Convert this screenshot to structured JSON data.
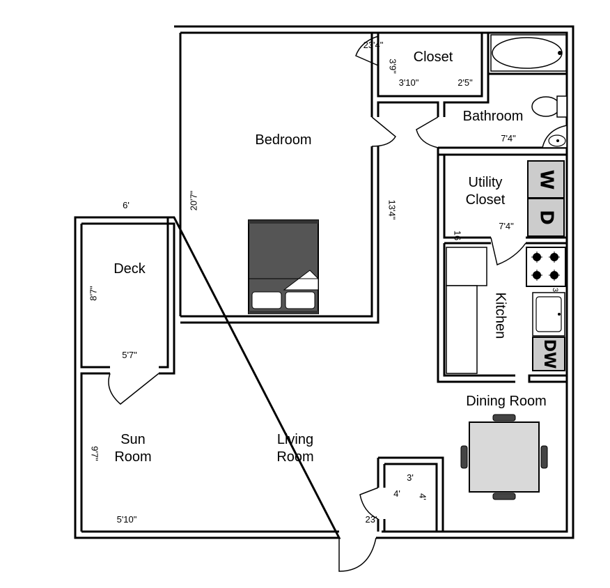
{
  "rooms": {
    "closet": "Closet",
    "bathroom": "Bathroom",
    "bedroom": "Bedroom",
    "utility_line1": "Utility",
    "utility_line2": "Closet",
    "deck": "Deck",
    "kitchen": "Kitchen",
    "dining": "Dining Room",
    "sun_line1": "Sun",
    "sun_line2": "Room",
    "living_line1": "Living",
    "living_line2": "Room"
  },
  "dimensions": {
    "closet_door": "23'4\"",
    "closet_depth": "3'9\"",
    "closet_width": "3'10\"",
    "closet_side": "2'5\"",
    "bathroom_width": "7'4\"",
    "bedroom_height": "20'7\"",
    "bedroom_side": "13'4\"",
    "utility_width": "7'4\"",
    "utility_side": "16",
    "deck_top": "6'",
    "deck_height": "8'7\"",
    "deck_width": "5'7\"",
    "sun_height": "9'7\"",
    "sun_width": "5'10\"",
    "small_closet_width": "3'",
    "small_closet_depth": "4'",
    "small_closet_side": "4'",
    "entry_door": "23'",
    "stove_side": "3"
  },
  "appliances": {
    "washer": "W",
    "dryer": "D",
    "dishwasher": "DW"
  },
  "colors": {
    "wall": "#000000",
    "bed": "#555555",
    "appliance": "#cccccc",
    "table": "#d9d9d9",
    "background": "#ffffff"
  }
}
